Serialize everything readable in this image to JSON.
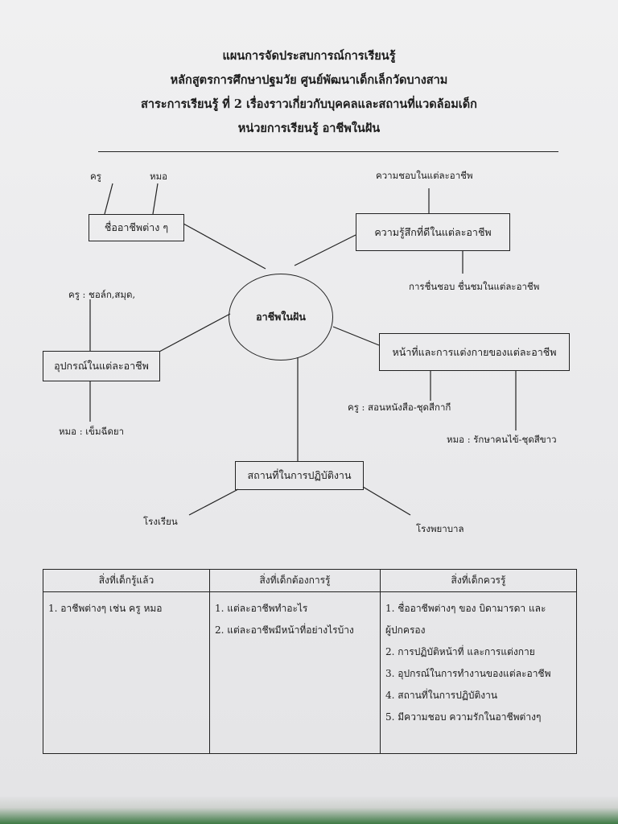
{
  "header": {
    "line1": "แผนการจัดประสบการณ์การเรียนรู้",
    "line2": "หลักสูตรการศึกษาปฐมวัย  ศูนย์พัฒนาเด็กเล็กวัดบางสาม",
    "line3": "สาระการเรียนรู้ ที่ 2 เรื่องราวเกี่ยวกับบุคคลและสถานที่แวดล้อมเด็ก",
    "line4": "หน่วยการเรียนรู้ อาชีพในฝัน"
  },
  "mindmap": {
    "center": "อาชีพในฝัน",
    "names_box": "ชื่ออาชีพต่าง ๆ",
    "names_left": "ครู",
    "names_right": "หมอ",
    "feelings_box": "ความรู้สึกที่ดีในแต่ละอาชีพ",
    "feelings_top": "ความชอบในแต่ละอาชีพ",
    "feelings_bottom": "การชื่นชอบ ชื่นชมในแต่ละอาชีพ",
    "tools_box": "อุปกรณ์ในแต่ละอาชีพ",
    "tools_top": "ครู : ชอล์ก,สมุด,",
    "tools_bottom": "หมอ : เข็มฉีดยา",
    "duties_box": "หน้าที่และการแต่งกายของแต่ละอาชีพ",
    "duties_left": "ครู  : สอนหนังสือ-ชุดสีกากี",
    "duties_right": "หมอ : รักษาคนไข้-ชุดสีขาว",
    "places_box": "สถานที่ในการปฏิบัติงาน",
    "places_left": "โรงเรียน",
    "places_right": "โรงพยาบาล"
  },
  "table": {
    "headers": [
      "สิ่งที่เด็กรู้แล้ว",
      "สิ่งที่เด็กต้องการรู้",
      "สิ่งที่เด็กควรรู้"
    ],
    "col1": [
      "1. อาชีพต่างๆ เช่น ครู หมอ"
    ],
    "col2": [
      "1. แต่ละอาชีพทำอะไร",
      "2. แต่ละอาชีพมีหน้าที่อย่างไรบ้าง"
    ],
    "col3": [
      "1. ชื่ออาชีพต่างๆ ของ บิดามารดา และ",
      "ผู้ปกครอง",
      "2. การปฏิบัติหน้าที่ และการแต่งกาย",
      "3. อุปกรณ์ในการทำงานของแต่ละอาชีพ",
      "4. สถานที่ในการปฏิบัติงาน",
      "5. มีความชอบ ความรักในอาชีพต่างๆ"
    ]
  }
}
